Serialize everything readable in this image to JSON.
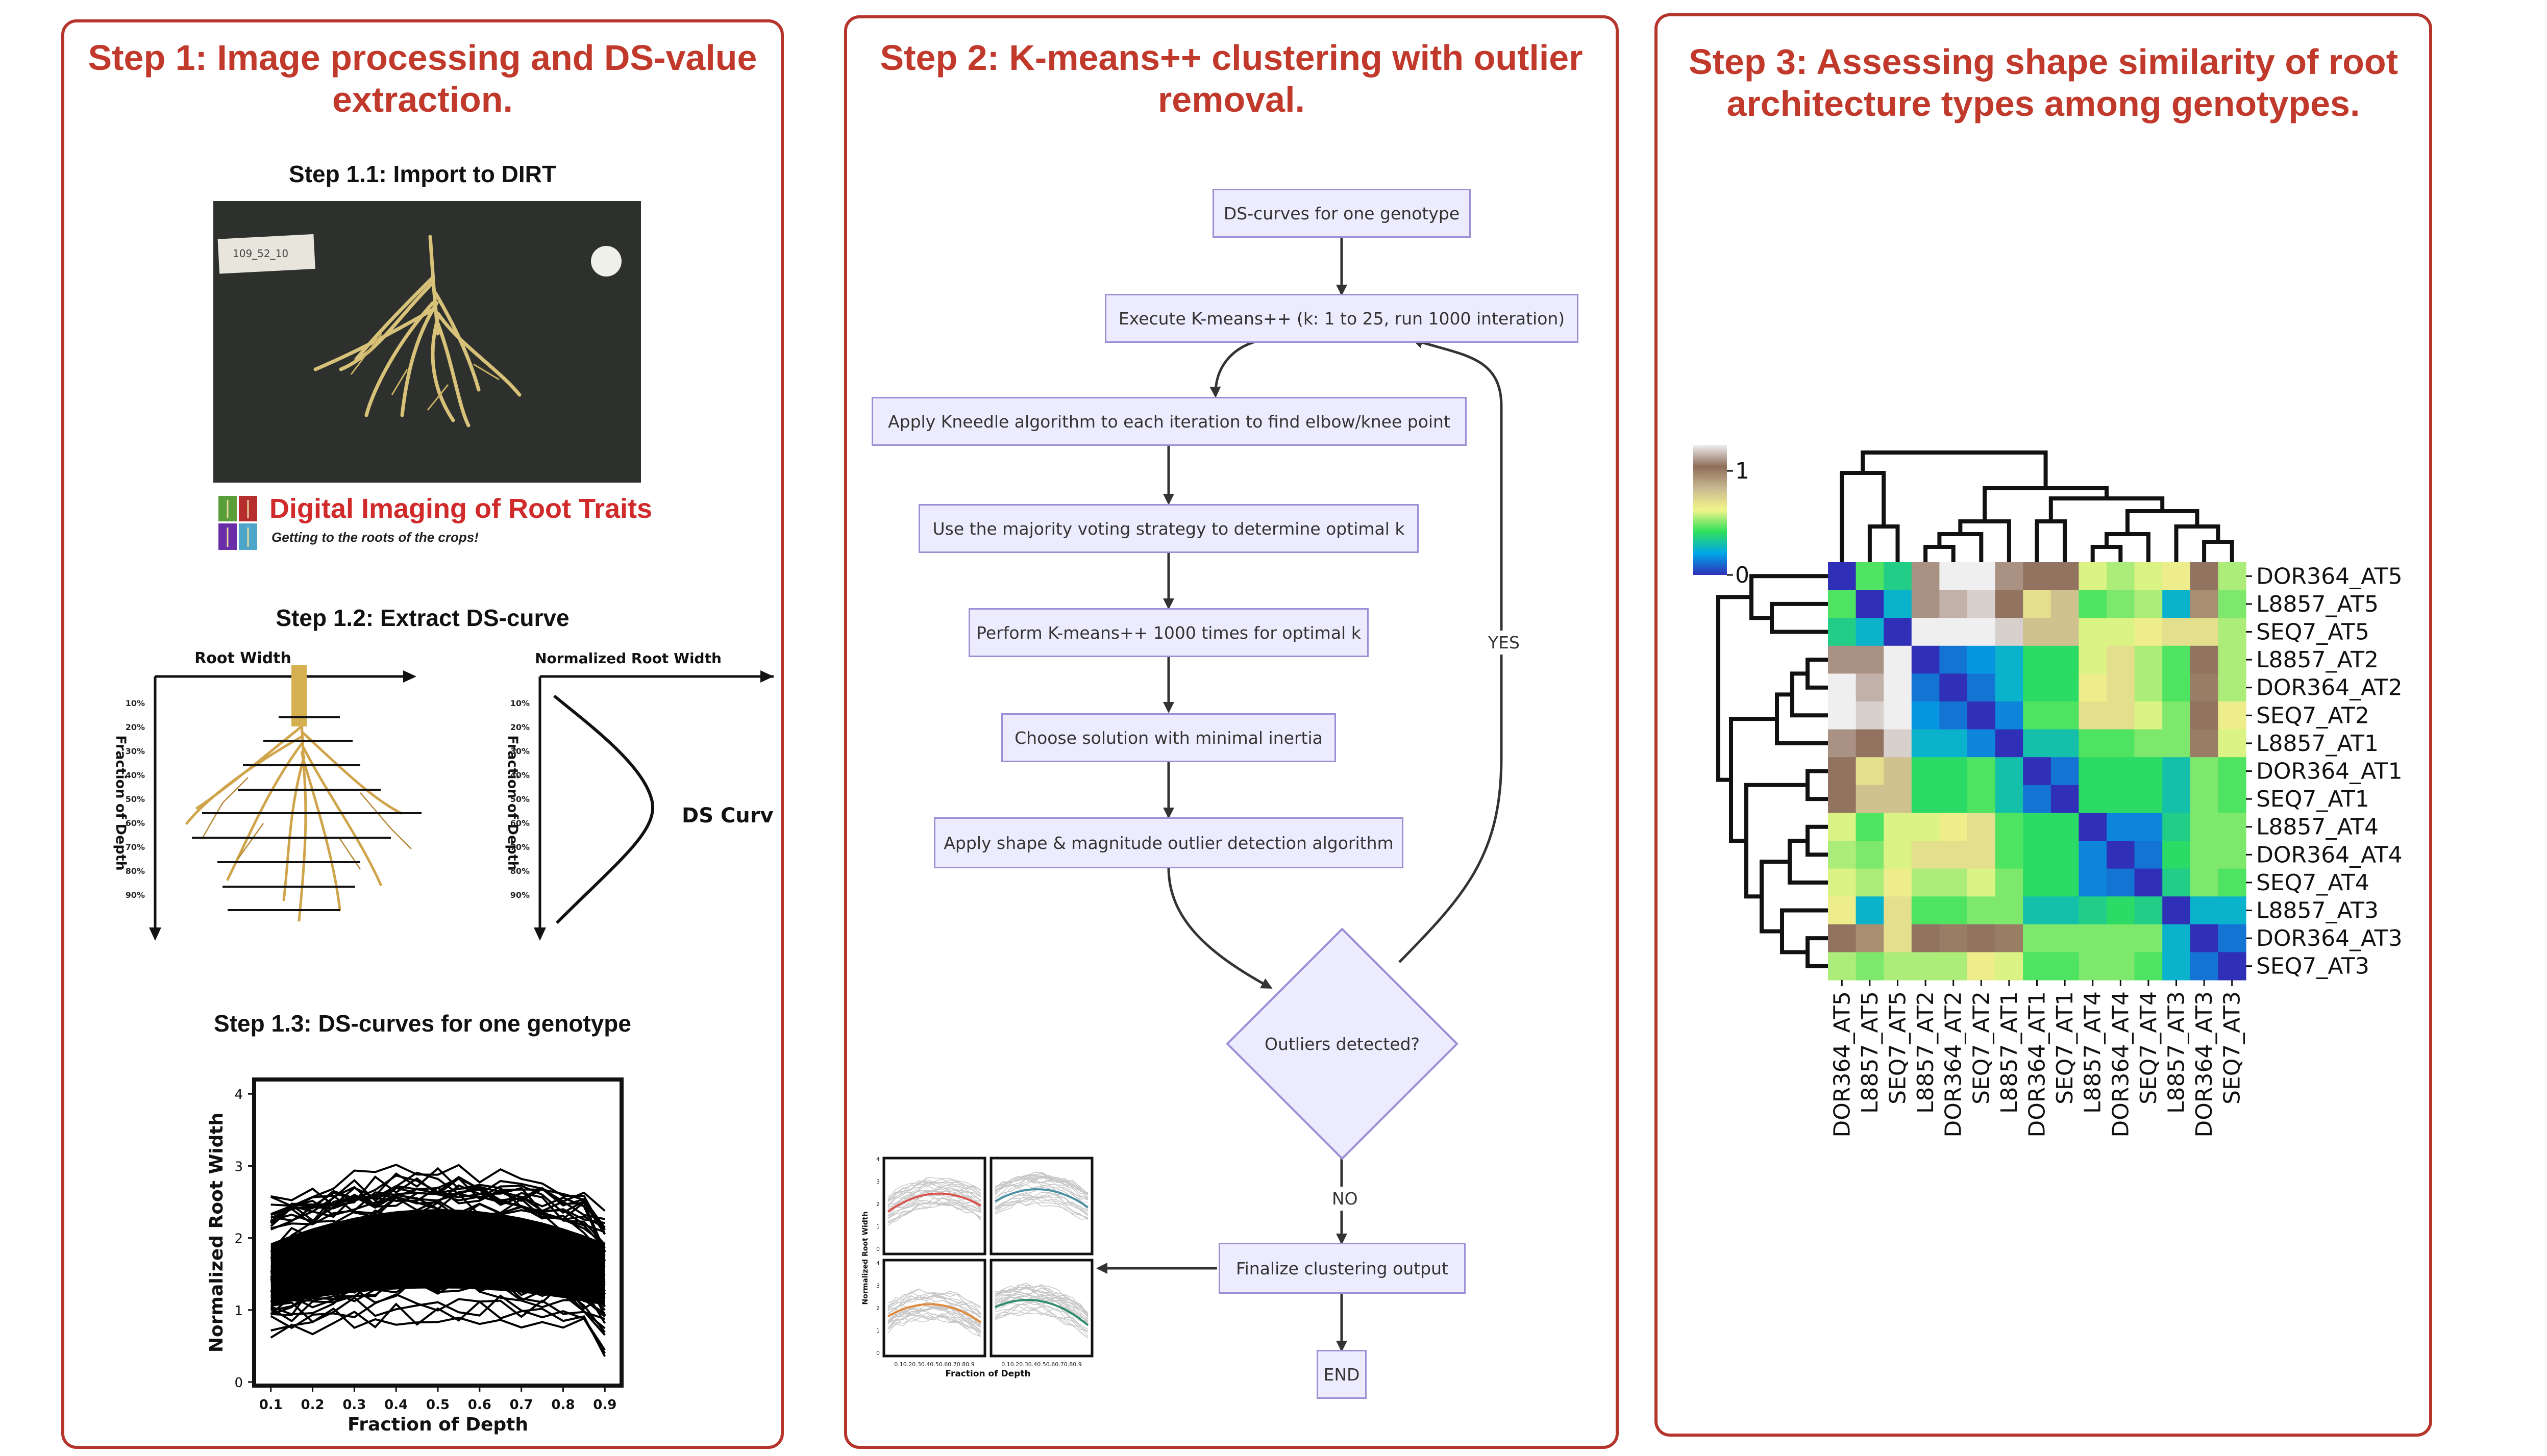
{
  "step1": {
    "title_line1": "Step 1: Image processing and DS-value",
    "title_line2": "extraction.",
    "sub1": "Step 1.1: Import to DIRT",
    "photo_label": "109_52_10",
    "dirt_title": "Digital Imaging of Root Traits",
    "dirt_tagline": "Getting to the roots of the crops!",
    "sub2": "Step 1.2: Extract DS-curve",
    "root_width": "Root Width",
    "fraction_of_depth": "Fraction of Depth",
    "normalized_root_width": "Normalized Root Width",
    "ds_curve": "DS Curve",
    "depth_ticks": [
      "10%",
      "20%",
      "30%",
      "40%",
      "50%",
      "60%",
      "70%",
      "80%",
      "90%"
    ],
    "sub3": "Step 1.3: DS-curves for one genotype",
    "plot_ylabel": "Normalized Root Width",
    "plot_xlabel": "Fraction of Depth",
    "plot_yticks": [
      "0",
      "1",
      "2",
      "3",
      "4"
    ],
    "plot_xticks": [
      "0.1",
      "0.2",
      "0.3",
      "0.4",
      "0.5",
      "0.6",
      "0.7",
      "0.8",
      "0.9"
    ]
  },
  "step2": {
    "title_line1": "Step 2: K-means++ clustering with outlier",
    "title_line2": "removal.",
    "nodes": {
      "n1": "DS-curves for one genotype",
      "n2": "Execute K-means++ (k: 1 to 25, run 1000 interation)",
      "n3": "Apply Kneedle algorithm to each iteration to find elbow/knee point",
      "n4": "Use the majority voting strategy to determine optimal k",
      "n5": "Perform K-means++ 1000 times for optimal k",
      "n6": "Choose solution with minimal inertia",
      "n7": "Apply shape & magnitude outlier detection algorithm",
      "decision": "Outliers detected?",
      "n8": "Finalize clustering output",
      "end": "END"
    },
    "yes": "YES",
    "no": "NO",
    "mini_ylabel": "Normalized Root Width",
    "mini_xlabel": "Fraction of Depth",
    "mini_yticks": [
      "0",
      "1",
      "2",
      "3",
      "4"
    ],
    "mini_xticks": "0.10.20.30.40.50.60.70.80.9",
    "mini_colors": [
      "#d9534f",
      "#4a90a4",
      "#e08a3c",
      "#2e8b6e"
    ]
  },
  "step3": {
    "title_line1": "Step 3: Assessing shape similarity of root",
    "title_line2": "architecture types among genotypes.",
    "colorbar_ticks": [
      "1",
      "0"
    ],
    "colorbar_colors": [
      "#f0eff0",
      "#8e6e5a",
      "#c8b890",
      "#f2f58a",
      "#30e05a",
      "#00a6e8",
      "#2f2fb8"
    ],
    "labels": [
      "DOR364_AT5",
      "L8857_AT5",
      "SEQ7_AT5",
      "L8857_AT2",
      "DOR364_AT2",
      "SEQ7_AT2",
      "L8857_AT1",
      "DOR364_AT1",
      "SEQ7_AT1",
      "L8857_AT4",
      "DOR364_AT4",
      "SEQ7_AT4",
      "L8857_AT3",
      "DOR364_AT3",
      "SEQ7_AT3"
    ],
    "col_labels": [
      "DOR364_AT5",
      "L8857_AT5",
      "SEQ7_AT5",
      "L8857_AT2",
      "DOR364_AT2",
      "SEQ7_AT2",
      "L8857_AT1",
      "DOR364_AT1",
      "SEQ7_AT1",
      "L8857_AT4",
      "DOR364_AT4",
      "SEQ7_AT4",
      "L8857_AT3",
      "DOR364_AT3",
      "SEQ7_AT3"
    ]
  },
  "chart_data": {
    "type": "heatmap",
    "rows": [
      "DOR364_AT5",
      "L8857_AT5",
      "SEQ7_AT5",
      "L8857_AT2",
      "DOR364_AT2",
      "SEQ7_AT2",
      "L8857_AT1",
      "DOR364_AT1",
      "SEQ7_AT1",
      "L8857_AT4",
      "DOR364_AT4",
      "SEQ7_AT4",
      "L8857_AT3",
      "DOR364_AT3",
      "SEQ7_AT3"
    ],
    "cols": [
      "DOR364_AT5",
      "L8857_AT5",
      "SEQ7_AT5",
      "L8857_AT2",
      "DOR364_AT2",
      "SEQ7_AT2",
      "L8857_AT1",
      "DOR364_AT1",
      "SEQ7_AT1",
      "L8857_AT4",
      "DOR364_AT4",
      "SEQ7_AT4",
      "L8857_AT3",
      "DOR364_AT3",
      "SEQ7_AT3"
    ],
    "values": [
      [
        0.0,
        0.45,
        0.35,
        1.1,
        1.25,
        1.35,
        1.1,
        1.05,
        1.05,
        0.6,
        0.55,
        0.6,
        0.65,
        1.05,
        0.55
      ],
      [
        0.45,
        0.0,
        0.25,
        1.1,
        1.15,
        1.2,
        1.05,
        0.7,
        0.8,
        0.45,
        0.5,
        0.55,
        0.25,
        0.95,
        0.5
      ],
      [
        0.35,
        0.25,
        0.0,
        1.3,
        1.4,
        1.4,
        1.2,
        0.8,
        0.8,
        0.6,
        0.6,
        0.65,
        0.7,
        0.7,
        0.55
      ],
      [
        1.1,
        1.1,
        1.3,
        0.0,
        0.12,
        0.18,
        0.25,
        0.4,
        0.4,
        0.6,
        0.7,
        0.55,
        0.45,
        1.05,
        0.55
      ],
      [
        1.25,
        1.15,
        1.4,
        0.12,
        0.0,
        0.12,
        0.25,
        0.4,
        0.4,
        0.65,
        0.7,
        0.55,
        0.45,
        1.0,
        0.55
      ],
      [
        1.35,
        1.2,
        1.4,
        0.18,
        0.12,
        0.0,
        0.15,
        0.45,
        0.45,
        0.7,
        0.7,
        0.6,
        0.5,
        1.05,
        0.65
      ],
      [
        1.1,
        1.05,
        1.2,
        0.25,
        0.25,
        0.15,
        0.0,
        0.3,
        0.3,
        0.45,
        0.45,
        0.5,
        0.5,
        1.0,
        0.6
      ],
      [
        1.05,
        0.7,
        0.8,
        0.4,
        0.4,
        0.45,
        0.3,
        0.0,
        0.12,
        0.4,
        0.4,
        0.4,
        0.3,
        0.5,
        0.45
      ],
      [
        1.05,
        0.8,
        0.8,
        0.4,
        0.4,
        0.45,
        0.3,
        0.12,
        0.0,
        0.4,
        0.4,
        0.4,
        0.3,
        0.5,
        0.45
      ],
      [
        0.6,
        0.45,
        0.6,
        0.6,
        0.65,
        0.7,
        0.45,
        0.4,
        0.4,
        0.0,
        0.15,
        0.15,
        0.35,
        0.5,
        0.5
      ],
      [
        0.55,
        0.5,
        0.6,
        0.7,
        0.7,
        0.7,
        0.45,
        0.4,
        0.4,
        0.15,
        0.0,
        0.12,
        0.4,
        0.5,
        0.5
      ],
      [
        0.6,
        0.55,
        0.65,
        0.55,
        0.55,
        0.6,
        0.5,
        0.4,
        0.4,
        0.15,
        0.12,
        0.0,
        0.35,
        0.5,
        0.45
      ],
      [
        0.65,
        0.25,
        0.7,
        0.45,
        0.45,
        0.5,
        0.5,
        0.3,
        0.3,
        0.35,
        0.4,
        0.35,
        0.0,
        0.25,
        0.25
      ],
      [
        1.05,
        0.95,
        0.7,
        1.05,
        1.0,
        1.05,
        1.0,
        0.5,
        0.5,
        0.5,
        0.5,
        0.5,
        0.25,
        0.0,
        0.12
      ],
      [
        0.55,
        0.5,
        0.55,
        0.55,
        0.55,
        0.65,
        0.6,
        0.45,
        0.45,
        0.5,
        0.5,
        0.45,
        0.25,
        0.12,
        0.0
      ]
    ],
    "colorbar_range": [
      0,
      1.25
    ]
  }
}
